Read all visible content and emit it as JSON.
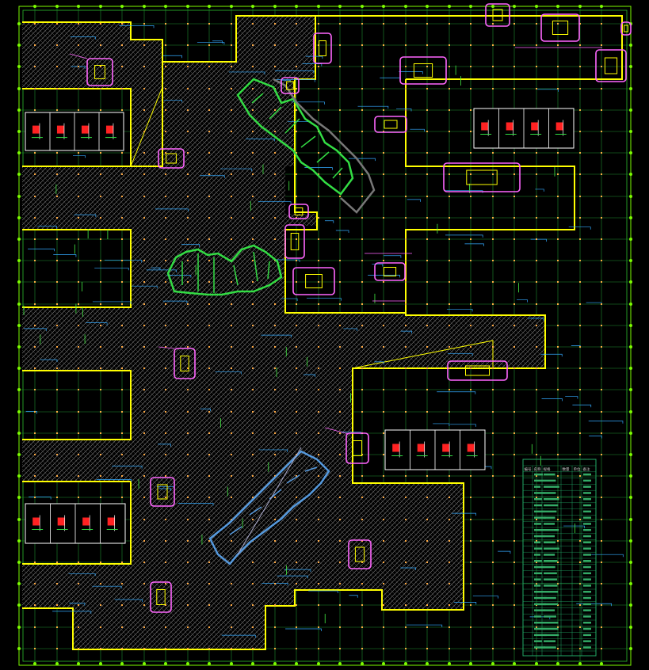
{
  "drawing": {
    "background": "#000000",
    "colors": {
      "grid": "#2fbf2f",
      "frame": "#7CFC00",
      "boundary": "#ffff00",
      "hatch": "#8a8a8a",
      "core": "#ff66ff",
      "buildingGreen": "#33dd44",
      "buildingBlue": "#5599dd",
      "buildingGrey": "#777777",
      "dims": "#33aaff",
      "column": "#ffaa44",
      "riser": "#ff2222",
      "table": "#22aa66"
    },
    "icons": {
      "column": "column-dot-icon",
      "riser": "pipe-riser-icon",
      "core": "stair-core-icon"
    },
    "legend_table": {
      "header": [
        "编号",
        "名称",
        "规格",
        "数量",
        "单位",
        "备注"
      ],
      "row_count": 30
    }
  }
}
